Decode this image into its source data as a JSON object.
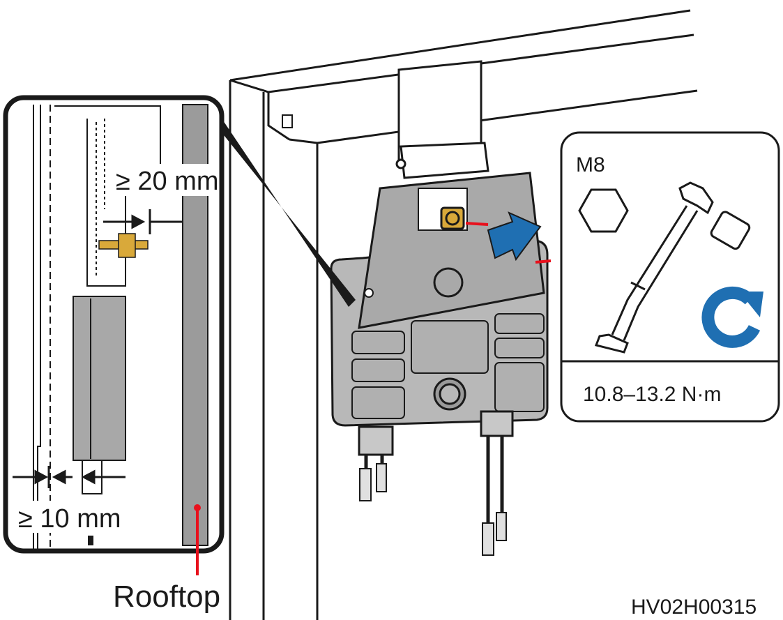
{
  "labels": {
    "clearance_top": "≥ 20 mm",
    "clearance_bottom": "≥ 10 mm",
    "rooftop": "Rooftop",
    "bolt_size": "M8",
    "torque": "10.8–13.2 N·m",
    "figure_id": "HV02H00315"
  },
  "colors": {
    "line": "#1a1a1a",
    "device_fill": "#a6a6a6",
    "device_face": "#b5b5b5",
    "brass": "#d9a93a",
    "arrow_blue": "#1f6fb2",
    "marker_red": "#e8101c"
  },
  "icons": {
    "hex": "hex-nut-icon",
    "wrench": "torque-wrench-icon",
    "rotate": "clockwise-rotate-icon"
  }
}
